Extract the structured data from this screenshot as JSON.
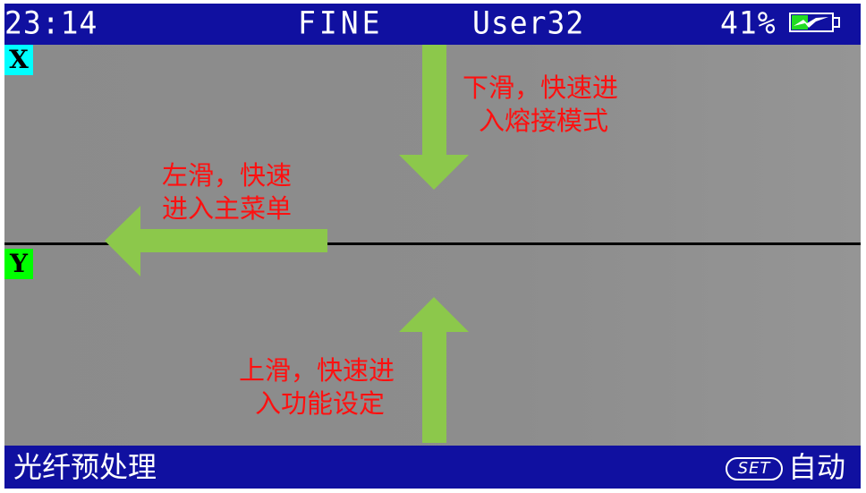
{
  "status_bar": {
    "time": "23:14",
    "mode": "FINE",
    "user": "User32",
    "battery_percent": "41%",
    "battery_icon": "battery-charging-icon",
    "battery_level": 0.41
  },
  "viewer": {
    "x_label": "X",
    "y_label": "Y",
    "x_label_color": "#00ffff",
    "y_label_color": "#00ff00"
  },
  "gesture_hints": {
    "down": {
      "line1": "下滑，快速进",
      "line2": "入熔接模式",
      "icon": "arrow-down-icon"
    },
    "left": {
      "line1": "左滑，快速",
      "line2": "进入主菜单",
      "icon": "arrow-left-icon"
    },
    "up": {
      "line1": "上滑，快速进",
      "line2": "入功能设定",
      "icon": "arrow-up-icon"
    },
    "arrow_color": "#8cc84b",
    "text_color": "#ff1010"
  },
  "bottom_bar": {
    "process_name": "光纤预处理",
    "set_key": "SET",
    "set_mode": "自动"
  },
  "colors": {
    "bar_bg": "#1010a0",
    "screen_bg": "#8c8c8c"
  }
}
